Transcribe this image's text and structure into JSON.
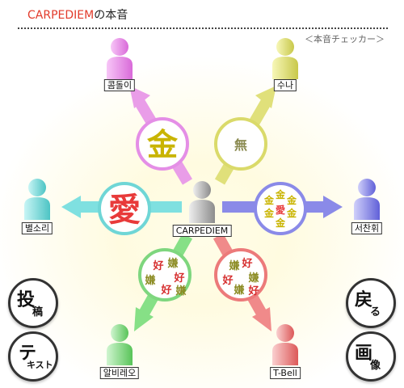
{
  "header": {
    "name": "CARPEDIEM",
    "suffix": "の本音"
  },
  "subtitle": "＜本音チェッカー＞",
  "center_person": {
    "label": "CARPEDIEM",
    "color": "#a8a8a8"
  },
  "people": [
    {
      "key": "top-left",
      "label": "콤돌이",
      "color": "#e48ee6",
      "emblem": "金",
      "emblem_color": "#c9b400",
      "arrow_color": "#e99de8"
    },
    {
      "key": "top-right",
      "label": "수나",
      "color": "#dada6a",
      "emblem": "無",
      "emblem_color": "#8a8a50",
      "arrow_color": "#e0e07a"
    },
    {
      "key": "left",
      "label": "별소리",
      "color": "#6fd6d6",
      "emblem": "愛",
      "emblem_color": "#e83a3a",
      "arrow_color": "#7fe0e0"
    },
    {
      "key": "right",
      "label": "서찬휘",
      "color": "#8a8ae8",
      "emblem": "金愛",
      "emblem_color": "#c9b400",
      "arrow_color": "#8a8ae8"
    },
    {
      "key": "bottom-left",
      "label": "알비레오",
      "color": "#7ed67e",
      "emblem": "好嫌",
      "emblem_color": "#d63030",
      "arrow_color": "#86e086"
    },
    {
      "key": "bottom-right",
      "label": "T-Bell",
      "color": "#ec7a7a",
      "emblem": "好嫌",
      "emblem_color": "#d63030",
      "arrow_color": "#f08a8a"
    }
  ],
  "buttons": {
    "post": {
      "big": "投",
      "small": "稿"
    },
    "text": {
      "big": "テ",
      "small": "キスト"
    },
    "back": {
      "big": "戻",
      "small": "る"
    },
    "image": {
      "big": "画",
      "small": "像"
    }
  }
}
